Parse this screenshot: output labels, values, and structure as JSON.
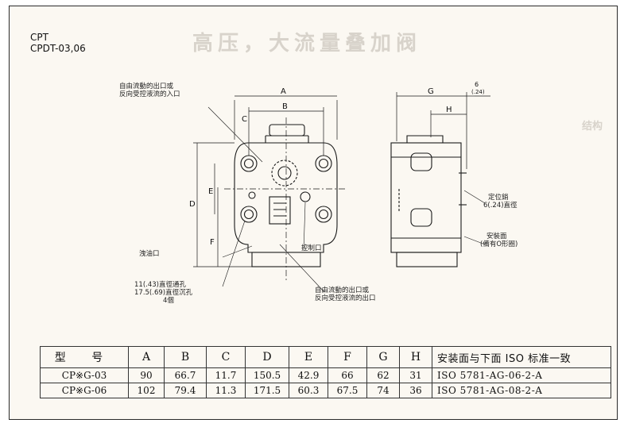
{
  "header": {
    "model_line1": "CPT",
    "model_line2": "CPDT-03,06"
  },
  "labels": {
    "top_port": "自由流動的出口或",
    "top_port_2": "反向受控液流的入口",
    "drain": "洩油口",
    "pilot": "控制口",
    "bottom_port": "自由流動的出口或",
    "bottom_port_2": "反向受控液流的出口",
    "hole_1": "11(.43)直徑通孔",
    "hole_2": "17.5(.69)直徑沉孔",
    "hole_3": "4個",
    "locating_pin": "定位銷",
    "locating_pin_2": "6(.24)直徑",
    "mount_face": "安裝面",
    "mount_face_2": "(備有O形圈)"
  },
  "dimensions": {
    "A": "A",
    "B": "B",
    "C": "C",
    "D": "D",
    "E": "E",
    "F": "F",
    "G": "G",
    "H": "H",
    "six": "6",
    "six_in": "(.24)"
  },
  "table": {
    "headers": [
      "型 号",
      "A",
      "B",
      "C",
      "D",
      "E",
      "F",
      "G",
      "H",
      "安装面与下面 ISO 标准一致"
    ],
    "rows": [
      [
        "CP※G-03",
        "90",
        "66.7",
        "11.7",
        "150.5",
        "42.9",
        "66",
        "62",
        "31",
        "ISO 5781-AG-06-2-A"
      ],
      [
        "CP※G-06",
        "102",
        "79.4",
        "11.3",
        "171.5",
        "60.3",
        "67.5",
        "74",
        "36",
        "ISO 5781-AG-08-2-A"
      ]
    ]
  }
}
